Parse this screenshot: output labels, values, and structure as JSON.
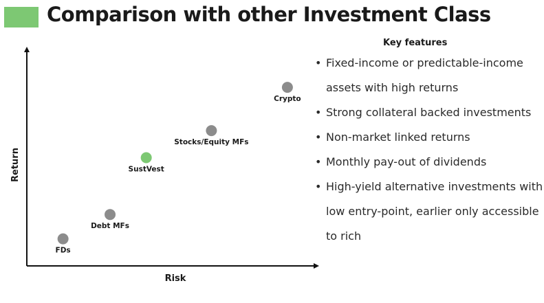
{
  "header": {
    "title": "Comparison with other Investment Class",
    "accent_color": "#7dc873"
  },
  "key_features": {
    "title": "Key features",
    "items": [
      "Fixed-income or predictable-income assets with high returns",
      "Strong collateral backed investments",
      "Non-market linked returns",
      "Monthly pay-out of dividends",
      "High-yield alternative investments with low entry-point, earlier only accessible to rich"
    ]
  },
  "chart_data": {
    "type": "scatter",
    "xlabel": "Risk",
    "ylabel": "Return",
    "axis_ticks": false,
    "grid": false,
    "points": [
      {
        "label": "FDs",
        "risk": 1.0,
        "return": 1.0,
        "color": "#8c8c8c"
      },
      {
        "label": "Debt MFs",
        "risk": 2.3,
        "return": 1.9,
        "color": "#8c8c8c"
      },
      {
        "label": "SustVest",
        "risk": 3.3,
        "return": 4.0,
        "color": "#7dc873"
      },
      {
        "label": "Stocks/Equity MFs",
        "risk": 5.1,
        "return": 5.0,
        "color": "#8c8c8c"
      },
      {
        "label": "Crypto",
        "risk": 7.2,
        "return": 6.6,
        "color": "#8c8c8c"
      }
    ]
  }
}
